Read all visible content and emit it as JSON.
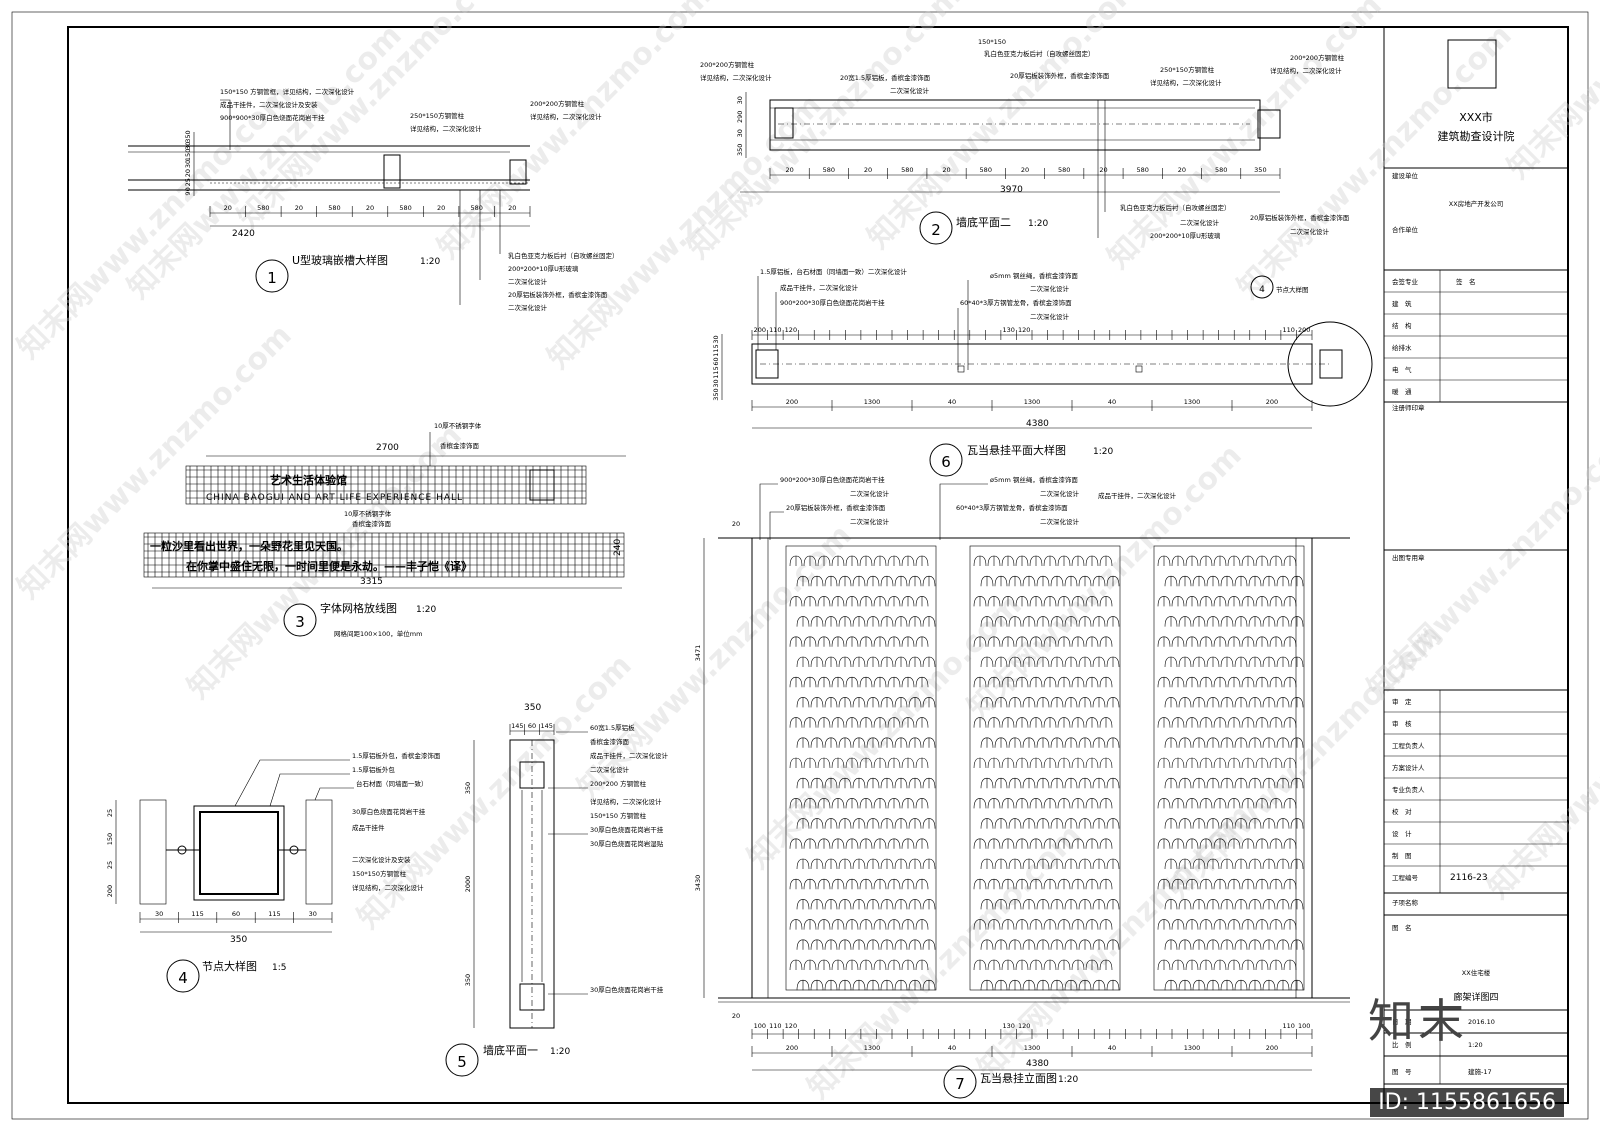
{
  "title_block": {
    "institute_city": "XXX市",
    "institute_name": "建筑勘查设计院",
    "client_label": "建设单位",
    "client": "XX房地产开发公司",
    "collab_label": "合作单位",
    "signatures": [
      "会签专业",
      "建　筑",
      "结　构",
      "给排水",
      "电　气",
      "暖　通"
    ],
    "signature_value": "签　名",
    "reg_label": "注册师印章",
    "stamp_label": "出图专用章",
    "approvals": [
      "审　定",
      "审　核",
      "工程负责人",
      "方案设计人",
      "专业负责人",
      "校　对",
      "设　计",
      "制　图"
    ],
    "project_no_label": "工程编号",
    "project_no": "2116-23",
    "project_name_label": "子项名称",
    "drawing_name_label": "图　名",
    "project": "XX住宅楼",
    "drawing_name": "廊架详图四",
    "date_label": "日　期",
    "date": "2016.10",
    "scale_label": "比　例",
    "scale": "1:20",
    "sheet_label": "图　号",
    "sheet_no": "建施-17"
  },
  "views": [
    {
      "num": "1",
      "title": "U型玻璃嵌槽大样图",
      "scale": "1:20"
    },
    {
      "num": "2",
      "title": "墙底平面二",
      "scale": "1:20"
    },
    {
      "num": "3",
      "title": "字体网格放线图",
      "scale": "1:20"
    },
    {
      "num": "4",
      "title": "节点大样图",
      "scale": "1:5"
    },
    {
      "num": "5",
      "title": "墙底平面一",
      "scale": "1:20"
    },
    {
      "num": "6",
      "title": "瓦当悬挂平面大样图",
      "scale": "1:20"
    },
    {
      "num": "7",
      "title": "瓦当悬挂立面图",
      "scale": "1:20"
    }
  ],
  "view1": {
    "notes": [
      "150*150 方钢管框，详见结构，二次深化设计",
      "成品干挂件，二次深化设计及安装",
      "900*900*30厚白色烧面花岗岩干挂",
      "250*150方钢管柱",
      "详见结构，二次深化设计",
      "200*200方钢管柱",
      "详见结构，二次深化设计",
      "乳白色亚克力板后衬（自攻螺丝固定）",
      "200*200*10厚U形玻璃",
      "二次深化设计",
      "20厚铝板装饰外框，香槟金漆饰面",
      "二次深化设计"
    ],
    "dims_h": [
      "20",
      "580",
      "20",
      "580",
      "20",
      "580",
      "20",
      "580",
      "20"
    ],
    "total": "2420",
    "dims_v": [
      "350",
      "30",
      "150",
      "30",
      "20",
      "25",
      "90"
    ]
  },
  "view2": {
    "notes": [
      "150*150",
      "乳白色亚克力板后衬（自攻螺丝固定）",
      "200*200方钢管柱",
      "详见结构，二次深化设计",
      "20宽1.5厚铝板，香槟金漆饰面",
      "二次深化设计",
      "20厚铝板装饰外框，香槟金漆饰面",
      "250*150方钢管柱",
      "详见结构，二次深化设计",
      "200*200方钢管柱",
      "详见结构，二次深化设计",
      "乳白色亚克力板后衬（自攻螺丝固定）",
      "二次深化设计",
      "20厚铝板装饰外框，香槟金漆饰面",
      "200*200*10厚U形玻璃",
      "二次深化设计"
    ],
    "dims_h": [
      "20",
      "580",
      "20",
      "580",
      "20",
      "580",
      "20",
      "580",
      "20",
      "580",
      "20",
      "580",
      "350"
    ],
    "total": "3970",
    "dims_v": [
      "30",
      "290",
      "30",
      "350"
    ]
  },
  "view3": {
    "dim_top": "2700",
    "note_top": "10厚不锈钢字体",
    "note_top2": "香槟金漆饰面",
    "line1": "艺术生活体验馆",
    "line1_en": "CHINA BAOGUI AND ART LIFE EXPERIENCE HALL",
    "note_mid": "10厚不锈钢字体",
    "note_mid2": "香槟金漆饰面",
    "line2a": "一粒沙里看出世界，一朵野花里见天国。",
    "line2b": "在你掌中盛住无限，一时间里便是永劫。——丰子恺《译》",
    "dim_side": "240",
    "dim_bottom": "3315",
    "grid_note": "网格间距100×100，单位mm"
  },
  "view4": {
    "notes": [
      "1.5厚铝板外包，香槟金漆饰面",
      "1.5厚铝板外包",
      "台石材面（同墙面一致）",
      "30厚白色烧面花岗岩干挂",
      "成品干挂件",
      "二次深化设计及安装",
      "150*150方钢管柱",
      "详见结构，二次深化设计"
    ],
    "dims_h": [
      "30",
      "115",
      "60",
      "115",
      "30"
    ],
    "total": "350",
    "dims_v": [
      "25",
      "150",
      "25",
      "200"
    ]
  },
  "view5": {
    "notes": [
      "60宽1.5厚铝板",
      "香槟金漆饰面",
      "成品干挂件，二次深化设计",
      "二次深化设计",
      "200*200 方钢管柱",
      "详见结构，二次深化设计",
      "150*150 方钢管柱",
      "30厚白色烧面花岗岩干挂",
      "30厚白色烧面花岗岩湿贴",
      "30厚白色烧面花岗岩干挂"
    ],
    "top": "350",
    "top_split": [
      "145",
      "60",
      "145"
    ],
    "dims_v": [
      "350",
      "2000",
      "350"
    ]
  },
  "view6": {
    "notes": [
      "1.5厚铝板，台石材面（同墙面一致）二次深化设计",
      "成品干挂件，二次深化设计",
      "900*200*30厚白色烧面花岗岩干挂",
      "ø5mm 钢丝绳，香槟金漆饰面",
      "二次深化设计",
      "60*40*3厚方钢管龙骨，香槟金漆饰面",
      "二次深化设计",
      "节点大样图"
    ],
    "dims_top": [
      "200",
      "110",
      "120",
      "130",
      "120",
      "110",
      "200"
    ],
    "dims_bottom": [
      "200",
      "1300",
      "40",
      "1300",
      "40",
      "1300",
      "200"
    ],
    "total": "4380",
    "dims_v": [
      "30",
      "115",
      "60",
      "115",
      "30",
      "350"
    ]
  },
  "view7": {
    "notes": [
      "900*200*30厚白色烧面花岗岩干挂",
      "二次深化设计",
      "20厚铝板装饰外框，香槟金漆饰面",
      "二次深化设计",
      "ø5mm 钢丝绳，香槟金漆饰面",
      "二次深化设计",
      "60*40*3厚方钢管龙骨，香槟金漆饰面",
      "二次深化设计",
      "成品干挂件，二次深化设计"
    ],
    "dims_v": [
      "3471",
      "3430",
      "20",
      "20"
    ],
    "dims_top": [
      "100",
      "110",
      "120",
      "130",
      "120",
      "110",
      "100"
    ],
    "dims_bottom": [
      "200",
      "1300",
      "40",
      "1300",
      "40",
      "1300",
      "200"
    ],
    "total": "4380"
  },
  "watermark": "知末网www.znzmo.com",
  "logo": "知末",
  "id_tag": "ID: 1155861656"
}
